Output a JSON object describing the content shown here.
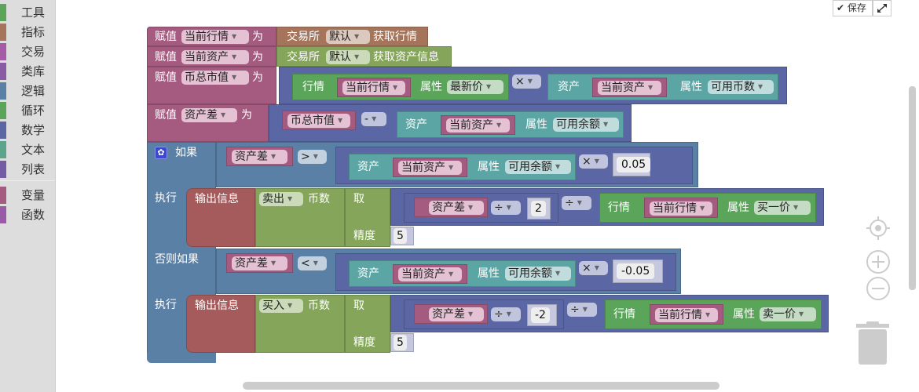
{
  "toolbox": {
    "items": [
      {
        "label": "工具",
        "color": "#5ba55b"
      },
      {
        "label": "指标",
        "color": "#a5745b"
      },
      {
        "label": "交易",
        "color": "#a55ba5"
      },
      {
        "label": "类库",
        "color": "#8a5ba5"
      },
      {
        "label": "逻辑",
        "color": "#5b80a5"
      },
      {
        "label": "循环",
        "color": "#5ba55b"
      },
      {
        "label": "数学",
        "color": "#5b67a5"
      },
      {
        "label": "文本",
        "color": "#5ba58c"
      },
      {
        "label": "列表",
        "color": "#745ba5"
      },
      {
        "label": "变量",
        "color": "#a55b80"
      },
      {
        "label": "函数",
        "color": "#995ba5"
      }
    ]
  },
  "toolbar": {
    "save_label": "保存",
    "save_icon": "check-icon",
    "fullscreen_icon": "expand-icon"
  },
  "blocks": {
    "set1": {
      "keyword": "赋值",
      "var": "当前行情",
      "as": "为",
      "exchange_label": "交易所",
      "exchange": "默认",
      "action": "获取行情"
    },
    "set2": {
      "keyword": "赋值",
      "var": "当前资产",
      "as": "为",
      "exchange_label": "交易所",
      "exchange": "默认",
      "action": "获取资产信息"
    },
    "set3": {
      "keyword": "赋值",
      "var": "币总市值",
      "as": "为",
      "ticker_label": "行情",
      "ticker_var": "当前行情",
      "prop_label": "属性",
      "prop": "最新价",
      "op": "×",
      "acc_label": "资产",
      "acc_var": "当前资产",
      "acc_prop_label": "属性",
      "acc_prop": "可用币数"
    },
    "set4": {
      "keyword": "赋值",
      "var": "资产差",
      "as": "为",
      "left_var": "币总市值",
      "op": "-",
      "acc_label": "资产",
      "acc_var": "当前资产",
      "prop_label": "属性",
      "prop": "可用余额"
    },
    "if": {
      "if_label": "如果",
      "cond1": {
        "var": "资产差",
        "op": ">",
        "acc_label": "资产",
        "acc_var": "当前资产",
        "prop_label": "属性",
        "prop": "可用余额",
        "mul": "×",
        "value": "0.05"
      },
      "do1": {
        "do_label": "执行",
        "print": "输出信息",
        "side": "卖出",
        "coin_label": "币数",
        "take_label": "取",
        "var": "资产差",
        "div1": "÷",
        "div_val": "2",
        "div2": "÷",
        "ticker_label": "行情",
        "ticker_var": "当前行情",
        "prop_label": "属性",
        "prop": "买一价",
        "precision_label": "精度",
        "precision": "5"
      },
      "elseif_label": "否则如果",
      "cond2": {
        "var": "资产差",
        "op": "<",
        "acc_label": "资产",
        "acc_var": "当前资产",
        "prop_label": "属性",
        "prop": "可用余额",
        "mul": "×",
        "value": "-0.05"
      },
      "do2": {
        "do_label": "执行",
        "print": "输出信息",
        "side": "买入",
        "coin_label": "币数",
        "take_label": "取",
        "var": "资产差",
        "div1": "÷",
        "div_val": "-2",
        "div2": "÷",
        "ticker_label": "行情",
        "ticker_var": "当前行情",
        "prop_label": "属性",
        "prop": "卖一价",
        "precision_label": "精度",
        "precision": "5"
      }
    }
  }
}
